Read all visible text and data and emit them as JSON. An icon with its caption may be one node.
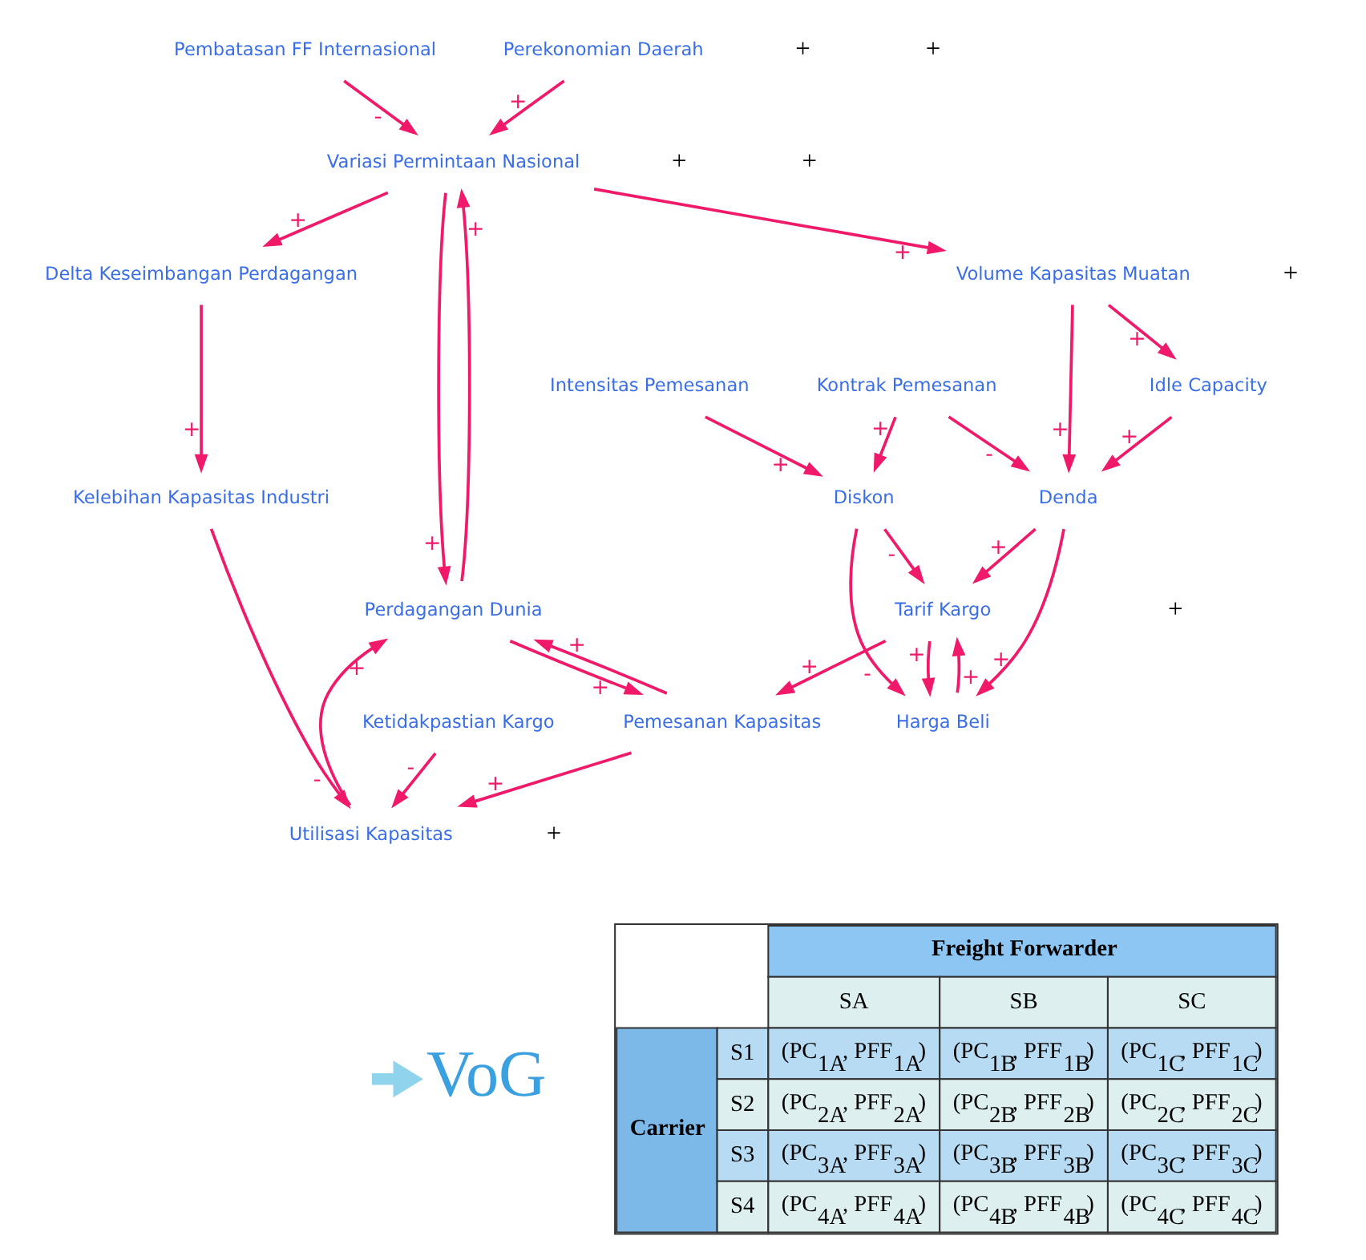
{
  "diagram": {
    "nodes": [
      {
        "text": [
          "Pembatasan FF Internasional"
        ]
      },
      {
        "text": [
          "Perekonomian Daerah"
        ]
      },
      {
        "text": [
          "Variasi Permintaan Nasional"
        ]
      },
      {
        "text": [
          "Perdagangan Dunia"
        ]
      },
      {
        "text": [
          "Ketidakpastian Kargo"
        ]
      },
      {
        "text": [
          "Kelebihan Kapasitas Industri"
        ]
      },
      {
        "text": [
          "Utilisasi Kapasitas"
        ]
      },
      {
        "text": [
          "Pemesanan Kapasitas"
        ]
      },
      {
        "text": [
          "Tarif Kargo"
        ]
      },
      {
        "text": [
          "Delta Keseimbangan Perdagangan"
        ]
      },
      {
        "text": [
          "Harga Beli"
        ]
      },
      {
        "text": [
          "Diskon"
        ]
      },
      {
        "text": [
          "Volume Kapasitas Muatan"
        ]
      },
      {
        "text": [
          "Intensitas Pemesanan"
        ]
      },
      {
        "text": [
          "Denda"
        ]
      },
      {
        "text": [
          "Idle Capacity"
        ]
      },
      {
        "text": [
          "Kontrak Pemesanan"
        ]
      },
      {
        "text": [
          "VoG"
        ]
      }
    ],
    "edges": [
      {
        "from": 0,
        "to": 2,
        "arrow": "to",
        "label": "-"
      },
      {
        "from": 1,
        "to": 2,
        "arrow": "to",
        "label": "+"
      },
      {
        "from": 2,
        "to": 3,
        "arrow": "to",
        "label": "+"
      },
      {
        "from": 2,
        "to": 9,
        "arrow": "to",
        "label": "+"
      },
      {
        "from": 2,
        "to": 12,
        "arrow": "to",
        "label": "+"
      },
      {
        "from": 3,
        "to": 2,
        "arrow": "to",
        "label": "+"
      },
      {
        "from": 3,
        "to": 7,
        "arrow": "to",
        "label": "+"
      },
      {
        "from": 4,
        "to": 6,
        "arrow": "to",
        "label": "-"
      },
      {
        "from": 5,
        "to": 6,
        "arrow": "to",
        "label": "-"
      },
      {
        "from": 6,
        "to": 3,
        "arrow": "to",
        "label": "+"
      },
      {
        "from": 7,
        "to": 3,
        "arrow": "to",
        "label": "+"
      },
      {
        "from": 7,
        "to": 6,
        "arrow": "to",
        "label": "+"
      },
      {
        "from": 8,
        "to": 7,
        "arrow": "to",
        "label": "+"
      },
      {
        "from": 8,
        "to": 10,
        "arrow": "to",
        "label": "+"
      },
      {
        "from": 9,
        "to": 5,
        "arrow": "to",
        "label": "+"
      },
      {
        "from": 10,
        "to": 8,
        "arrow": "to",
        "label": "+"
      },
      {
        "from": 11,
        "to": 8,
        "arrow": "to",
        "label": "-"
      },
      {
        "from": 11,
        "to": 10,
        "arrow": "to",
        "label": "-"
      },
      {
        "from": 12,
        "to": 14,
        "arrow": "to",
        "label": "+"
      },
      {
        "from": 12,
        "to": 15,
        "arrow": "to",
        "label": "+"
      },
      {
        "from": 13,
        "to": 11,
        "arrow": "to",
        "label": "+"
      },
      {
        "from": 14,
        "to": 8,
        "arrow": "to",
        "label": "+"
      },
      {
        "from": 14,
        "to": 10,
        "arrow": "to",
        "label": "+"
      },
      {
        "from": 15,
        "to": 14,
        "arrow": "to",
        "label": "+"
      },
      {
        "from": 16,
        "to": 14,
        "arrow": "to",
        "label": "-"
      },
      {
        "from": 16,
        "to": 11,
        "arrow": "to",
        "label": "+"
      },
      {
        "from": null,
        "to": 17,
        "arrow": "to",
        "style": "thick",
        "color": "#8fd3ec"
      }
    ],
    "labels": [
      "+",
      "+",
      "+",
      "+",
      "+",
      "+",
      "+",
      "Freight Forwarder",
      "SA",
      "SB",
      "SC",
      "Carrier",
      "S1",
      "(PC$_{1A}$, PFF$_{1A}$)",
      "(PC$_{1B}$, PFF$_{1B}$)",
      "(PC$_{1C}$, PFF$_{1C}$)",
      "S2",
      "(PC$_{2A}$, PFF$_{2A}$)",
      "(PC$_{2B}$, PFF$_{2B}$)",
      "(PC$_{2C}$, PFF$_{2C}$)",
      "S3",
      "(PC$_{3A}$, PFF$_{3A}$)",
      "(PC$_{3B}$, PFF$_{3B}$)",
      "(PC$_{3C}$, PFF$_{3C}$)",
      "S4",
      "(PC$_{4A}$, PFF$_{4A}$)",
      "(PC$_{4B}$, PFF$_{4B}$)",
      "(PC$_{4C}$, PFF$_{4C}$)"
    ]
  }
}
